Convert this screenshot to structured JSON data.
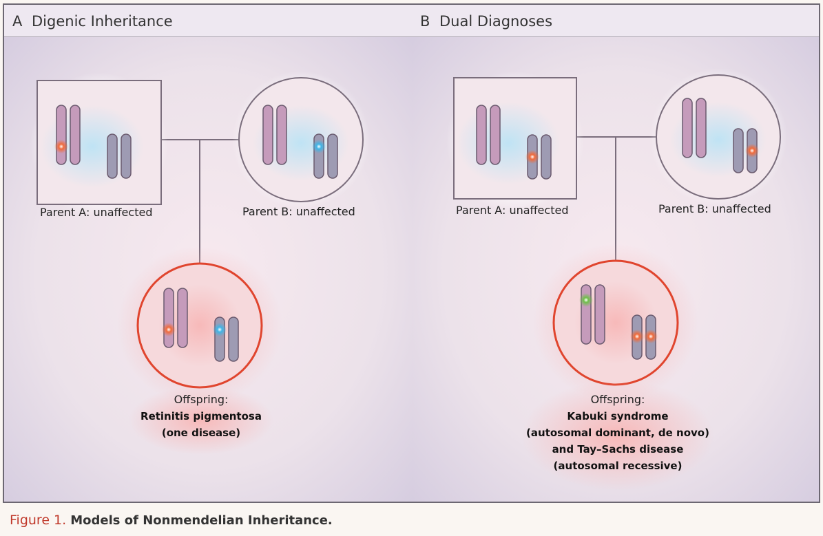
{
  "caption": {
    "label": "Figure 1.",
    "text": "Models of Nonmendelian Inheritance."
  },
  "panels": [
    {
      "letter": "A",
      "title": "Digenic Inheritance",
      "parent_a_label": "Parent A: unaffected",
      "parent_b_label": "Parent B: unaffected",
      "offspring_heading": "Offspring:",
      "offspring_lines": [
        "Retinitis pigmentosa",
        "(one disease)"
      ]
    },
    {
      "letter": "B",
      "title": "Dual Diagnoses",
      "parent_a_label": "Parent A: unaffected",
      "parent_b_label": "Parent B: unaffected",
      "offspring_heading": "Offspring:",
      "offspring_lines": [
        "Kabuki syndrome",
        "(autosomal dominant, de novo)",
        "and Tay–Sachs disease",
        "(autosomal recessive)"
      ]
    }
  ],
  "colors": {
    "chromosome_pink": "#c59bbb",
    "chromosome_gray": "#9e9bb3",
    "mutation_orange": "#f06a3a",
    "mutation_blue": "#3fb4e6",
    "mutation_green": "#6fbf4a",
    "affected_border": "#e0452e",
    "unaffected_border": "#7a6d7c",
    "caption_label": "#c0392b"
  }
}
